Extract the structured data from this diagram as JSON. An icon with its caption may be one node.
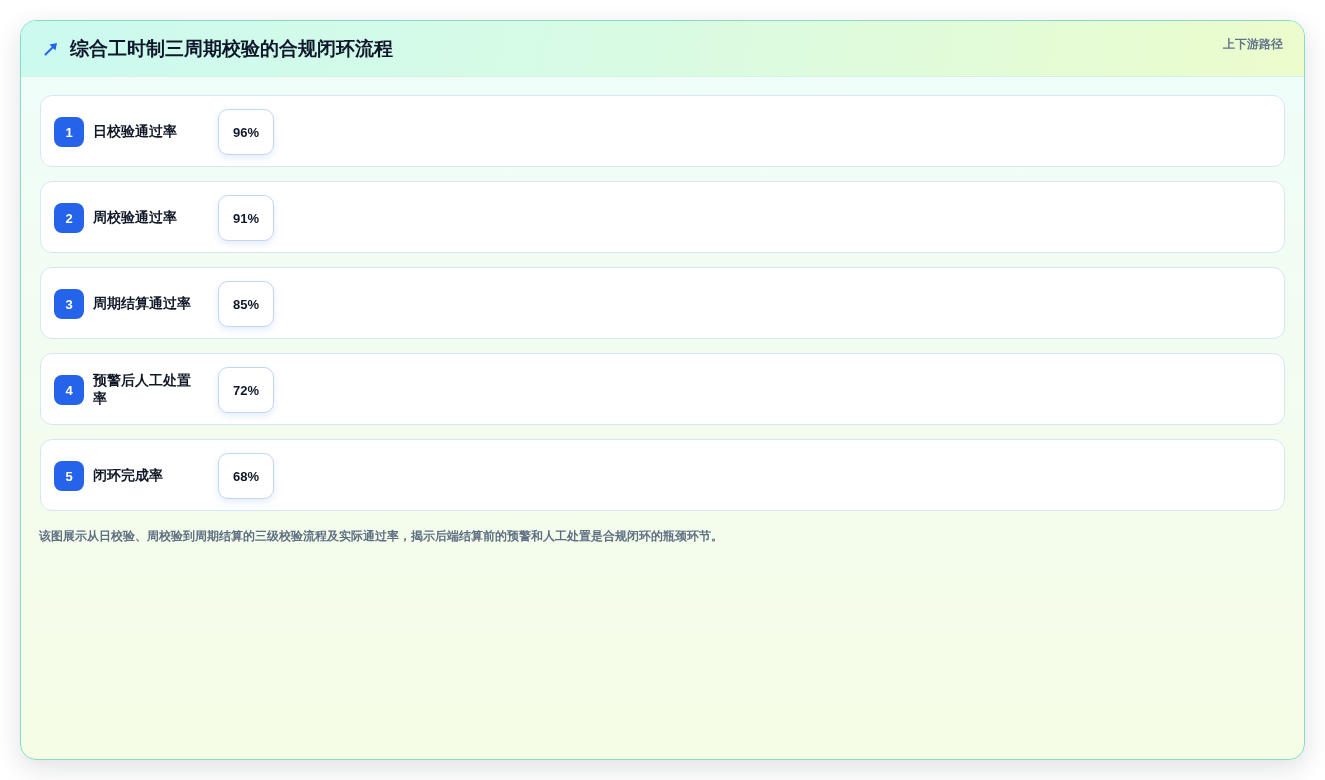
{
  "diagram": {
    "title": "综合工时制三周期校验的合规闭环流程",
    "caption": "该图展示从日校验、周校验到周期结算的三级校验流程及实际通过率，揭示后端结算前的预警和人工处置是合规闭环的瓶颈环节。",
    "nodes": [
      {
        "text": [
          "日校验通过率"
        ]
      },
      {
        "text": [
          "1"
        ],
        "in": 0
      },
      {
        "text": [
          "96%"
        ],
        "in": 0
      },
      {
        "text": [
          "周校验通过率"
        ]
      },
      {
        "text": [
          "2"
        ],
        "in": 3
      },
      {
        "text": [
          "91%"
        ],
        "in": 3
      },
      {
        "text": [
          "周期结算通过率"
        ]
      },
      {
        "text": [
          "3"
        ],
        "in": 6
      },
      {
        "text": [
          "85%"
        ],
        "in": 6
      },
      {
        "text": [
          "预警后人工处置率"
        ]
      },
      {
        "text": [
          "4"
        ],
        "in": 9
      },
      {
        "text": [
          "72%"
        ],
        "in": 9
      },
      {
        "text": [
          "闭环完成率"
        ]
      },
      {
        "text": [
          "5"
        ],
        "in": 12
      },
      {
        "text": [
          "68%"
        ],
        "in": 12
      }
    ],
    "labels": [
      "上下游路径"
    ]
  }
}
